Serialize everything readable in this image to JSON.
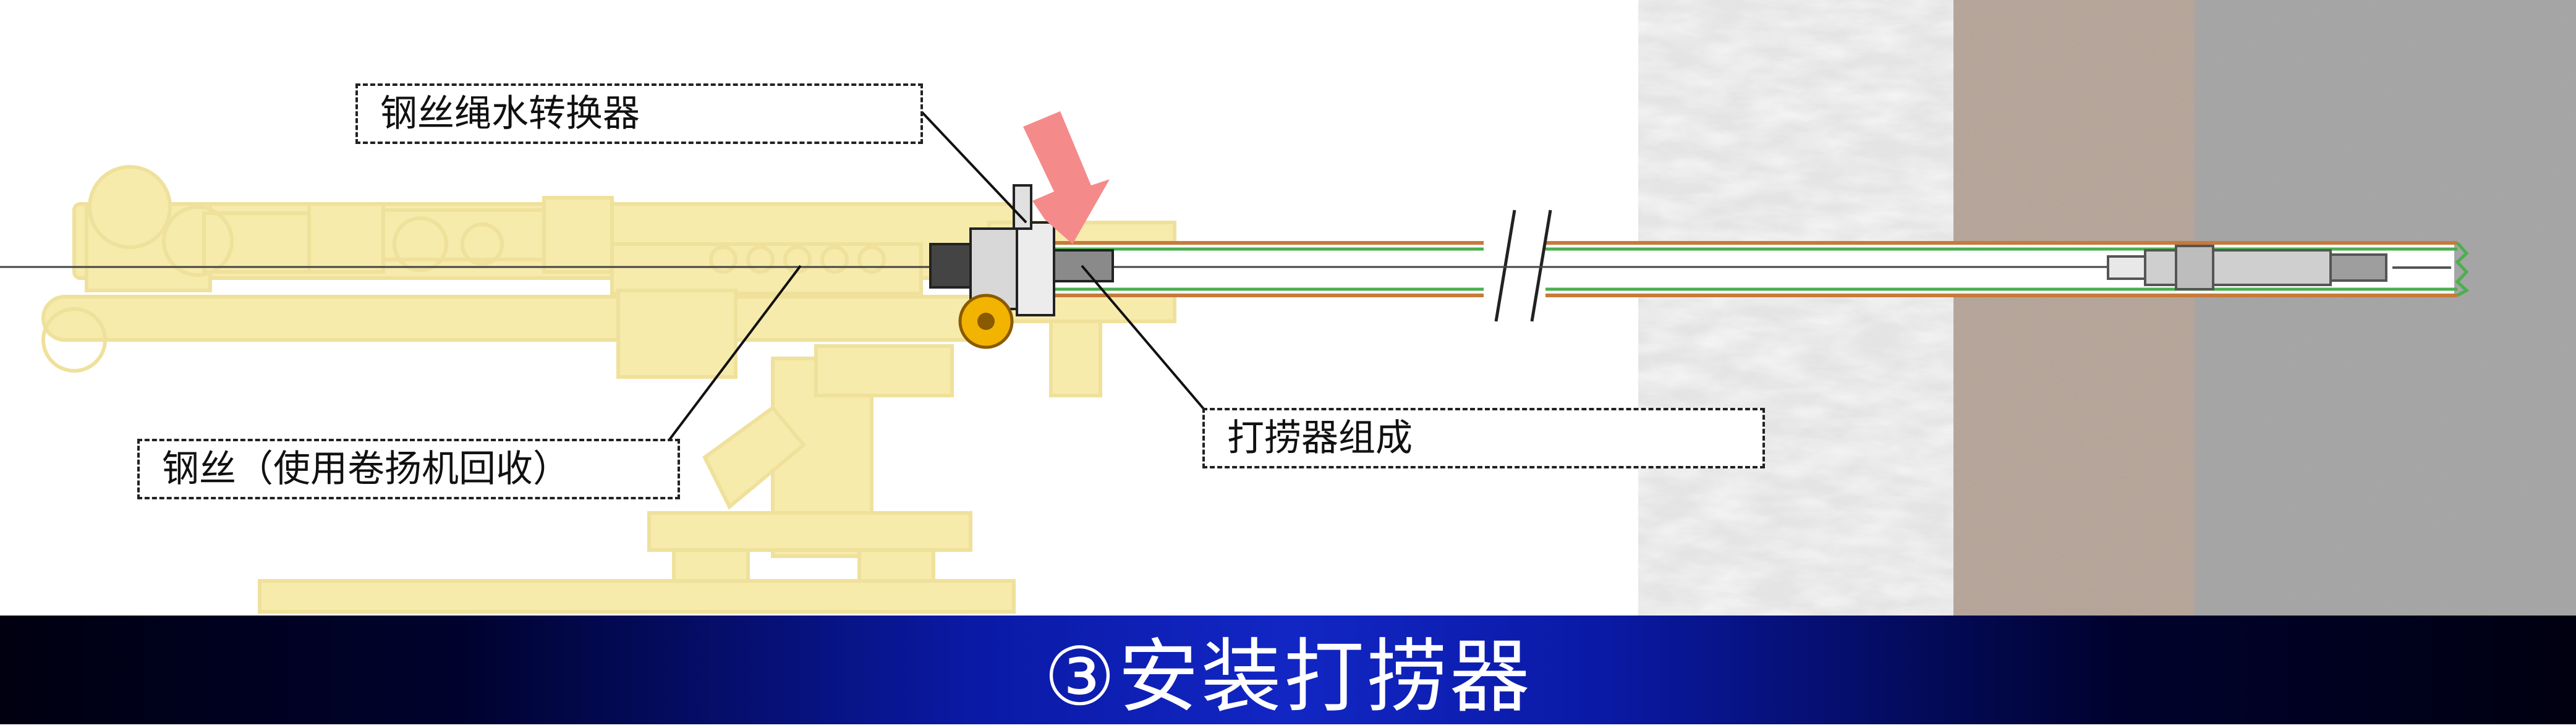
{
  "callouts": {
    "converter": "钢丝绳水转换器",
    "wire": "钢丝（使用卷扬机回收）",
    "fisher": "打捞器组成"
  },
  "banner": {
    "title": "③安装打捞器"
  },
  "colors": {
    "rig": "#f2e28a",
    "arrow": "#f58a8a",
    "rod_outer": "#c77a3a",
    "rod_inner": "#4caf50",
    "rock_light": "#e2e2e2",
    "rock_brown": "#a8968a",
    "rock_dark": "#8c8c8c",
    "banner_blue": "#1226c4"
  }
}
